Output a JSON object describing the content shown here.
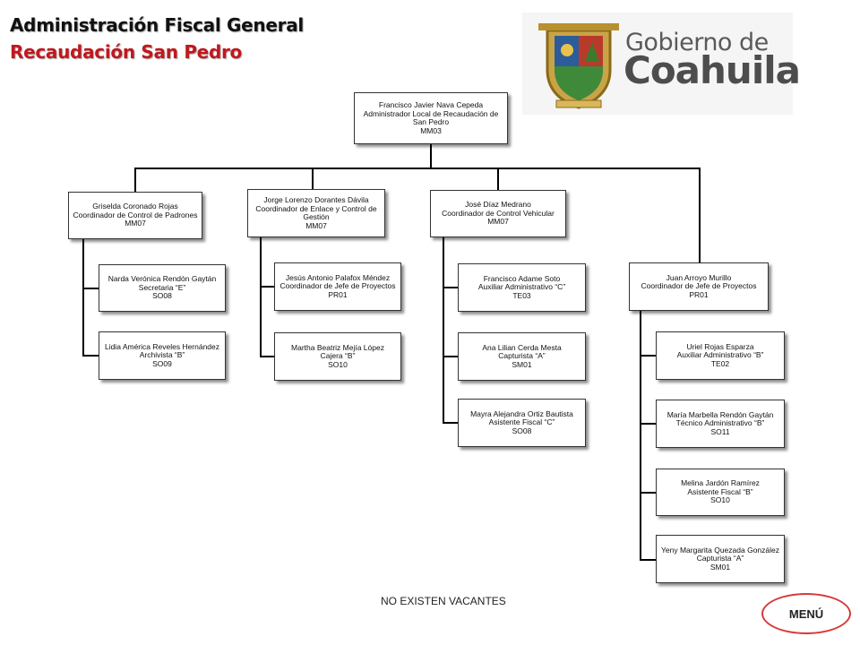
{
  "header": {
    "title": "Administración Fiscal General",
    "subtitle": "Recaudación San Pedro"
  },
  "logo": {
    "line1": "Gobierno de",
    "line2": "Coahuila"
  },
  "org": {
    "root": {
      "name": "Francisco Javier Nava Cepeda",
      "role": "Administrador Local de Recaudación de San Pedro",
      "code": "MM03"
    },
    "c1": {
      "name": "Griselda Coronado Rojas",
      "role": "Coordinador de Control de Padrones",
      "code": "MM07"
    },
    "c1a": {
      "name": "Narda Verónica Rendón Gaytán",
      "role": "Secretaria “E”",
      "code": "SO08"
    },
    "c1b": {
      "name": "Lidia América Reveles Hernández",
      "role": "Archivista “B”",
      "code": "SO09"
    },
    "c2": {
      "name": "Jorge Lorenzo Dorantes Dávila",
      "role": "Coordinador de Enlace y Control de Gestión",
      "code": "MM07"
    },
    "c2a": {
      "name": "Jesús Antonio Palafox Méndez",
      "role": "Coordinador de Jefe de Proyectos",
      "code": "PR01"
    },
    "c2b": {
      "name": "Martha Beatriz Mejía López",
      "role": "Cajera “B”",
      "code": "SO10"
    },
    "c3": {
      "name": "José Díaz Medrano",
      "role": "Coordinador de Control Vehicular",
      "code": "MM07"
    },
    "c3a": {
      "name": "Francisco Adame Soto",
      "role": "Auxiliar Administrativo “C”",
      "code": "TE03"
    },
    "c3b": {
      "name": "Ana Lilian Cerda Mesta",
      "role": "Capturista “A”",
      "code": "SM01"
    },
    "c3c": {
      "name": "Mayra Alejandra Ortiz Bautista",
      "role": "Asistente Fiscal “C”",
      "code": "SO08"
    },
    "c4": {
      "name": "Juan Arroyo Murillo",
      "role": "Coordinador de Jefe de Proyectos",
      "code": "PR01"
    },
    "c4a": {
      "name": "Uriel Rojas Esparza",
      "role": "Auxiliar Administrativo “B”",
      "code": "TE02"
    },
    "c4b": {
      "name": "María Marbella Rendón Gaytán",
      "role": "Técnico Administrativo “B”",
      "code": "SO11"
    },
    "c4c": {
      "name": "Melina Jardón Ramírez",
      "role": "Asistente Fiscal “B”",
      "code": "SO10"
    },
    "c4d": {
      "name": "Yeny Margarita Quezada González",
      "role": "Capturista “A”",
      "code": "SM01"
    }
  },
  "footer": {
    "vacancies": "NO EXISTEN VACANTES",
    "menu_label": "MENÚ"
  },
  "colors": {
    "title": "#111111",
    "subtitle": "#c0181e",
    "menu_border": "#d63a3a"
  }
}
